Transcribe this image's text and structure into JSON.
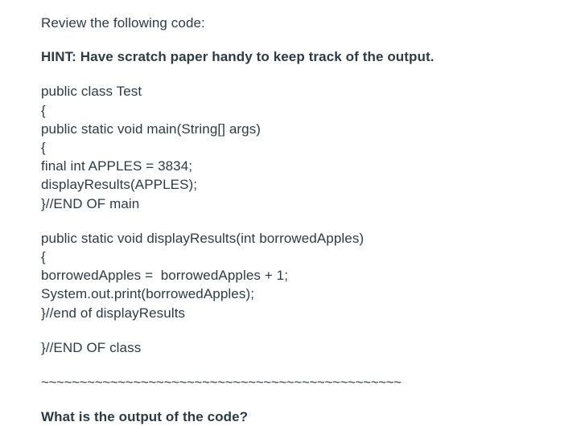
{
  "intro": "Review the following code:",
  "hint": "HINT: Have scratch paper handy to keep track of the output.",
  "code_block_1": [
    "public class Test",
    "{",
    "public static void main(String[] args)",
    "{",
    "final int APPLES = 3834;",
    "displayResults(APPLES);",
    "}//END OF main"
  ],
  "code_block_2": [
    "public static void displayResults(int borrowedApples)",
    "{",
    "borrowedApples =  borrowedApples + 1;",
    "System.out.print(borrowedApples);",
    "}//end of displayResults"
  ],
  "code_block_3": [
    "}//END OF class"
  ],
  "separator": "~~~~~~~~~~~~~~~~~~~~~~~~~~~~~~~~~~~~~~~~~~~~~~~",
  "question": "What is the output of the code?"
}
